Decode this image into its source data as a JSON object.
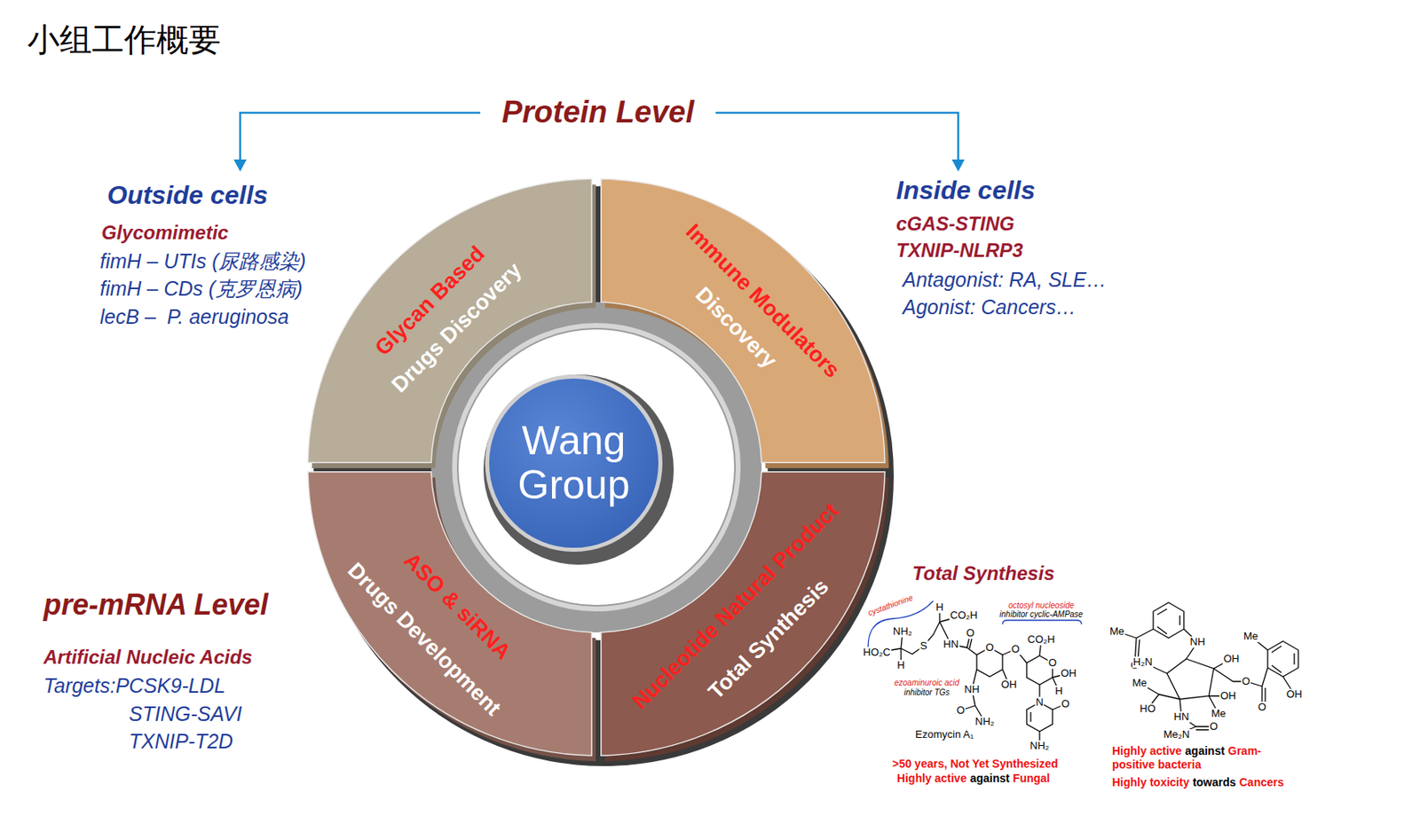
{
  "diagram": {
    "title": "小组工作概要",
    "nodes": [
      {
        "text": [
          "Wang Group"
        ]
      },
      {
        "text": [
          "Glycan Based",
          "Drugs Discovery"
        ]
      },
      {
        "text": [
          "Immune Modulators",
          "Discovery"
        ]
      },
      {
        "text": [
          "Nucleotide Natural Product",
          "Total Synthesis"
        ]
      },
      {
        "text": [
          "ASO & siRNA",
          "Drugs Development"
        ]
      }
    ],
    "labels": [
      "Protein Level",
      "Outside cells",
      "Glycomimetic",
      "fimH – UTIs (尿路感染)",
      "fimH – CDs (克罗恩病)",
      "lecB –  P. aeruginosa",
      "Inside cells",
      "cGAS-STING",
      "TXNIP-NLRP3",
      "Antagonist: RA, SLE…",
      "Agonist: Cancers…",
      "pre-mRNA Level",
      "Artificial Nucleic Acids",
      "Targets:PCSK9-LDL",
      "STING-SAVI",
      "TXNIP-T2D",
      "Total Synthesis",
      "cystathionine",
      "H",
      "CO₂H",
      "HO₂C",
      "NH₂",
      "H",
      "S",
      "HN",
      "O",
      "octosyl nucleoside",
      "inhibitor cyclic-AMPase",
      "O",
      "OH",
      "ezoaminuroic acid",
      "inhibitor TGs",
      "O",
      "CO₂H",
      "O",
      "OH",
      "H",
      "NH",
      "O",
      "NH₂",
      "Ezomycin A₁",
      "N",
      "O",
      "NH₂",
      ">50 years, Not Yet Synthesized",
      "Highly active",
      "against",
      "Fungal",
      "Me",
      "O",
      "NH",
      "H₂N",
      "OH",
      "Me",
      "OH",
      "HO",
      "HN",
      "Me",
      "O",
      "O",
      "Me",
      "OH",
      "Me₂N",
      "O",
      "Highly active",
      "against",
      "Gram-positive bacteria",
      "Highly toxicity",
      "towards",
      "Cancers"
    ]
  }
}
